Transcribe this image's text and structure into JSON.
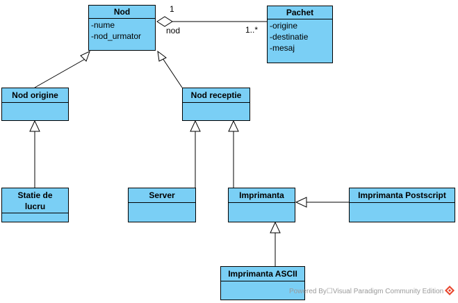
{
  "classes": {
    "nod": {
      "name": "Nod",
      "attributes": [
        "-nume",
        "-nod_urmator"
      ]
    },
    "pachet": {
      "name": "Pachet",
      "attributes": [
        "-origine",
        "-destinatie",
        "-mesaj"
      ]
    },
    "nod_origine": {
      "name": "Nod origine"
    },
    "nod_receptie": {
      "name": "Nod receptie"
    },
    "statie_de_lucru": {
      "name_line1": "Statie de",
      "name_line2": "lucru"
    },
    "server": {
      "name": "Server"
    },
    "imprimanta": {
      "name": "Imprimanta"
    },
    "imprimanta_postscript": {
      "name": "Imprimanta Postscript"
    },
    "imprimanta_ascii": {
      "name": "Imprimanta ASCII"
    }
  },
  "association": {
    "multiplicity_nod": "1",
    "role_nod": "nod",
    "multiplicity_pachet": "1..*"
  },
  "footer": {
    "text": "Powered By☐Visual Paradigm Community Edition"
  },
  "colors": {
    "class_fill": "#7acff5",
    "line": "#000000"
  }
}
